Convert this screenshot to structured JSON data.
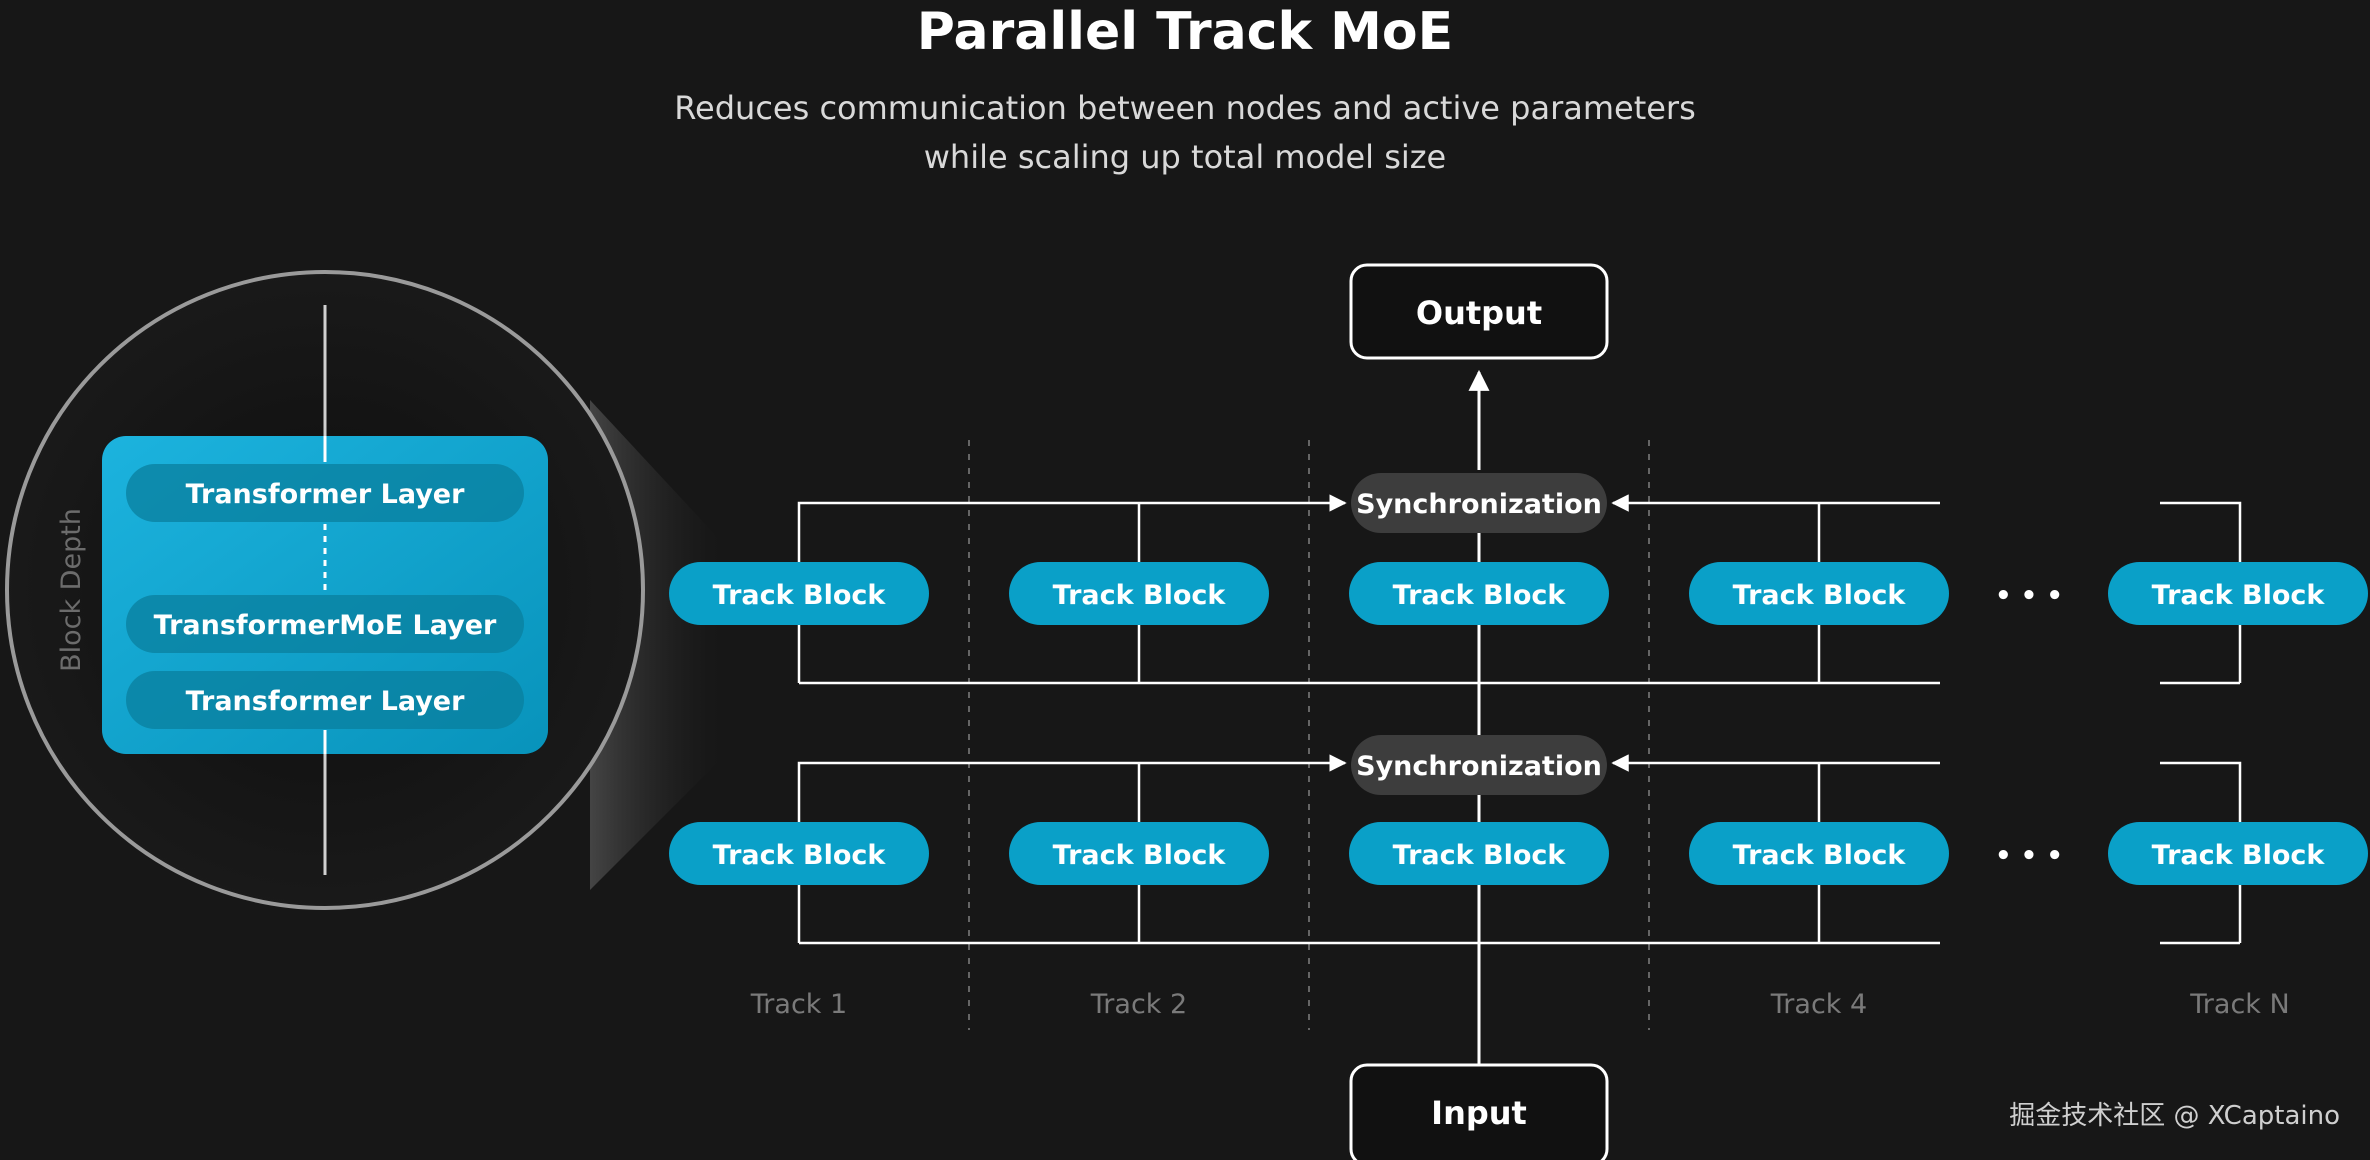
{
  "header": {
    "title": "Parallel Track MoE",
    "subtitle_line1": "Reduces communication between nodes and active parameters",
    "subtitle_line2": "while scaling up total model size"
  },
  "zoom": {
    "axis_label": "Block Depth",
    "layers": [
      "Transformer Layer",
      "TransformerMoE Layer",
      "Transformer Layer"
    ]
  },
  "diagram": {
    "output_label": "Output",
    "input_label": "Input",
    "sync_label": "Synchronization",
    "block_label": "Track Block",
    "ellipsis": "• • •",
    "track_labels": [
      "Track 1",
      "Track 2",
      "",
      "Track 4",
      "Track N"
    ]
  },
  "colors": {
    "background": "#171717",
    "block": "#0aa0c8",
    "sync": "#3d3d3d",
    "line": "#ffffff"
  },
  "watermark": "掘金技术社区 @ XCaptaino"
}
